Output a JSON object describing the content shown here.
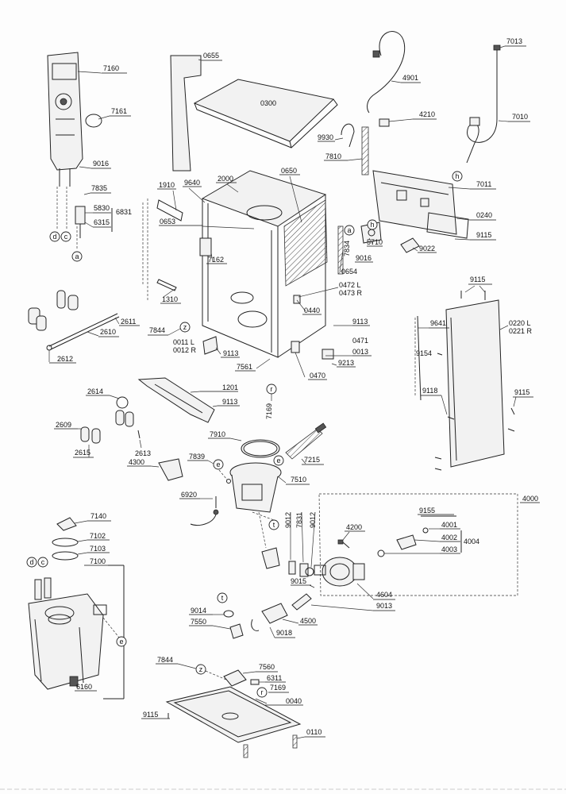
{
  "part_labels": {
    "p0655": "0655",
    "p0300": "0300",
    "p7160": "7160",
    "p7161": "7161",
    "p9016a": "9016",
    "p7835": "7835",
    "p5830": "5830",
    "p6831": "6831",
    "p6315": "6315",
    "p4901": "4901",
    "p4210": "4210",
    "p9930": "9930",
    "p7810": "7810",
    "p7013": "7013",
    "p7010": "7010",
    "p7011": "7011",
    "p0240": "0240",
    "p9115a": "9115",
    "p1910": "1910",
    "p9640": "9640",
    "p2000": "2000",
    "p0650": "0650",
    "p0653": "0653",
    "p7162": "7162",
    "p7834": "7834",
    "p5710": "5710",
    "p9016b": "9016",
    "p9022": "9022",
    "p0654": "0654",
    "p0472": "0472 L",
    "p0473": "0473 R",
    "p1310": "1310",
    "p0440": "0440",
    "p9113a": "9113",
    "p0471": "0471",
    "p0013": "0013",
    "p9213": "9213",
    "p0470": "0470",
    "p7844a": "7844",
    "p0011": "0011 L",
    "p0012": "0012 R",
    "p9113b": "9113",
    "p7561": "7561",
    "p2611": "2611",
    "p2610": "2610",
    "p2612": "2612",
    "p9115b": "9115",
    "p9641": "9641",
    "p0220": "0220 L",
    "p0221": "0221 R",
    "p9154": "9154",
    "p9118": "9118",
    "p9115c": "9115",
    "p1201": "1201",
    "p9113c": "9113",
    "p7169a": "7169",
    "p2614": "2614",
    "p2609": "2609",
    "p2613": "2613",
    "p2615": "2615",
    "p7910": "7910",
    "p7839": "7839",
    "p7215": "7215",
    "p4300": "4300",
    "p7510": "7510",
    "p6920": "6920",
    "p4000": "4000",
    "p9155": "9155",
    "p4001": "4001",
    "p4002": "4002",
    "p4004": "4004",
    "p4003": "4003",
    "p4200": "4200",
    "p9012a": "9012",
    "p7831": "7831",
    "p9012b": "9012",
    "p9015": "9015",
    "p4604": "4604",
    "p9013": "9013",
    "p7140": "7140",
    "p7102": "7102",
    "p7103": "7103",
    "p7100": "7100",
    "p9014": "9014",
    "p7550": "7550",
    "p4500": "4500",
    "p9018": "9018",
    "p6160": "6160",
    "p7844b": "7844",
    "p7560": "7560",
    "p6311": "6311",
    "p7169b": "7169",
    "p0040": "0040",
    "p9115d": "9115",
    "p0110": "0110"
  },
  "callouts": {
    "a1": "a",
    "a2": "a",
    "c1": "c",
    "d1": "d",
    "c2": "c",
    "d2": "d",
    "e1": "e",
    "e2": "e",
    "e3": "e",
    "h1": "h",
    "h2": "h",
    "z1": "z",
    "z2": "z",
    "r1": "r",
    "r2": "r",
    "t1": "t",
    "t2": "t"
  }
}
